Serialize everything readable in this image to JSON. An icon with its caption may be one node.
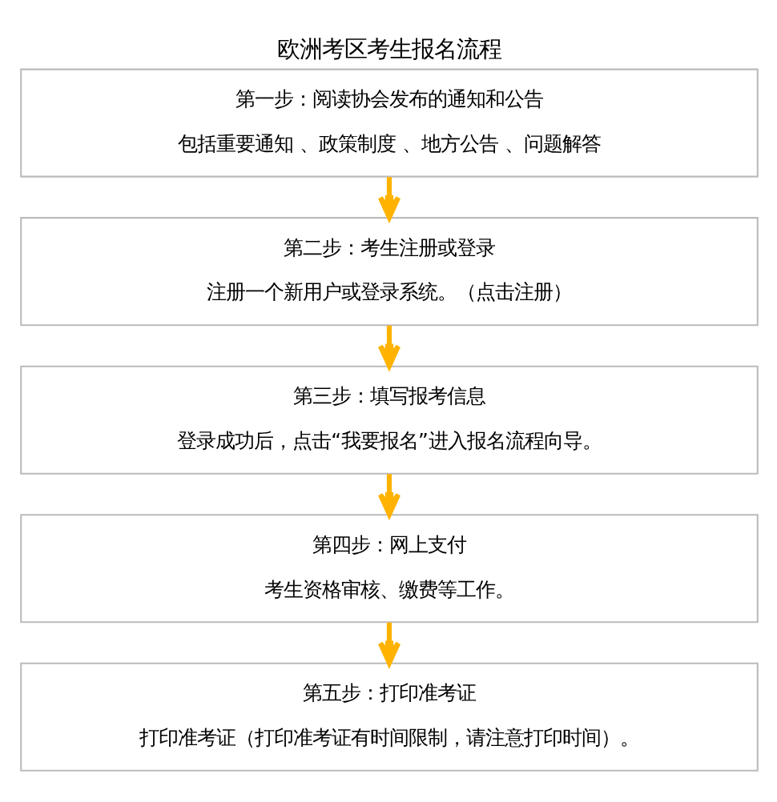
{
  "diagram": {
    "title": "欧洲考区考生报名流程",
    "nodes": [
      {
        "text": [
          "第一步：阅读协会发布的通知和公告",
          "包括重要通知 、政策制度 、地方公告 、问题解答"
        ]
      },
      {
        "text": [
          "第二步：考生注册或登录",
          "注册一个新用户或登录系统。（点击注册）"
        ]
      },
      {
        "text": [
          "第三步：填写报考信息",
          "登录成功后，点击“我要报名”进入报名流程向导。"
        ]
      },
      {
        "text": [
          "第四步：网上支付",
          "考生资格审核、缴费等工作。"
        ]
      },
      {
        "text": [
          "第五步：打印准考证",
          "打印准考证（打印准考证有时间限制，请注意打印时间）。"
        ]
      }
    ],
    "edges": [
      {
        "from": 0,
        "to": 1,
        "arrow": "to"
      },
      {
        "from": 1,
        "to": 2,
        "arrow": "to"
      },
      {
        "from": 2,
        "to": 3,
        "arrow": "to"
      },
      {
        "from": 3,
        "to": 4,
        "arrow": "to"
      }
    ]
  }
}
